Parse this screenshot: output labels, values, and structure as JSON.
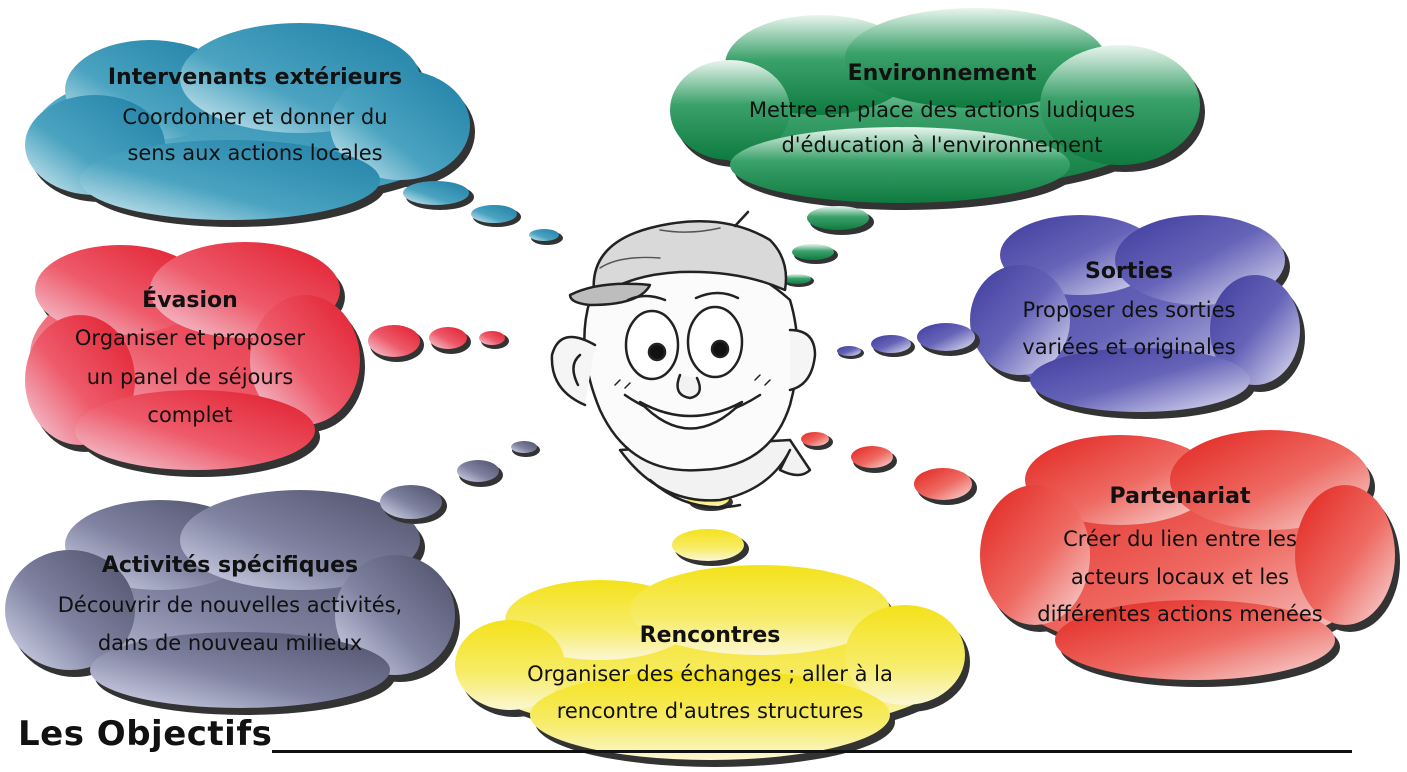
{
  "clouds": {
    "intervenants": {
      "title": "Intervenants extérieurs",
      "line1": "Coordonner et donner du",
      "line2": "sens aux actions locales",
      "color": "#3c93b1"
    },
    "environnement": {
      "title": "Environnement",
      "line1": "Mettre en place des actions ludiques",
      "line2": "d'éducation à l'environnement",
      "color": "#1e8a52"
    },
    "evasion": {
      "title": "Évasion",
      "line1": "Organiser et proposer",
      "line2": "un panel de séjours",
      "line3": "complet",
      "color": "#e4363f"
    },
    "sorties": {
      "title": "Sorties",
      "line1": "Proposer des sorties",
      "line2": "variées et originales",
      "color": "#4d4aa8"
    },
    "activites": {
      "title": "Activités spécifiques",
      "line1": "Découvrir de nouvelles activités,",
      "line2": "dans de nouveau milieux",
      "color": "#5e6078"
    },
    "partenariat": {
      "title": "Partenariat",
      "line1": "Créer du lien entre les",
      "line2": "acteurs locaux et les",
      "line3": "différentes actions menées",
      "color": "#e3322e"
    },
    "rencontres": {
      "title": "Rencontres",
      "line1": "Organiser des échanges ; aller à la",
      "line2": "rencontre d'autres structures",
      "color": "#f2e11a"
    }
  },
  "footer": {
    "title": "Les Objectifs"
  }
}
